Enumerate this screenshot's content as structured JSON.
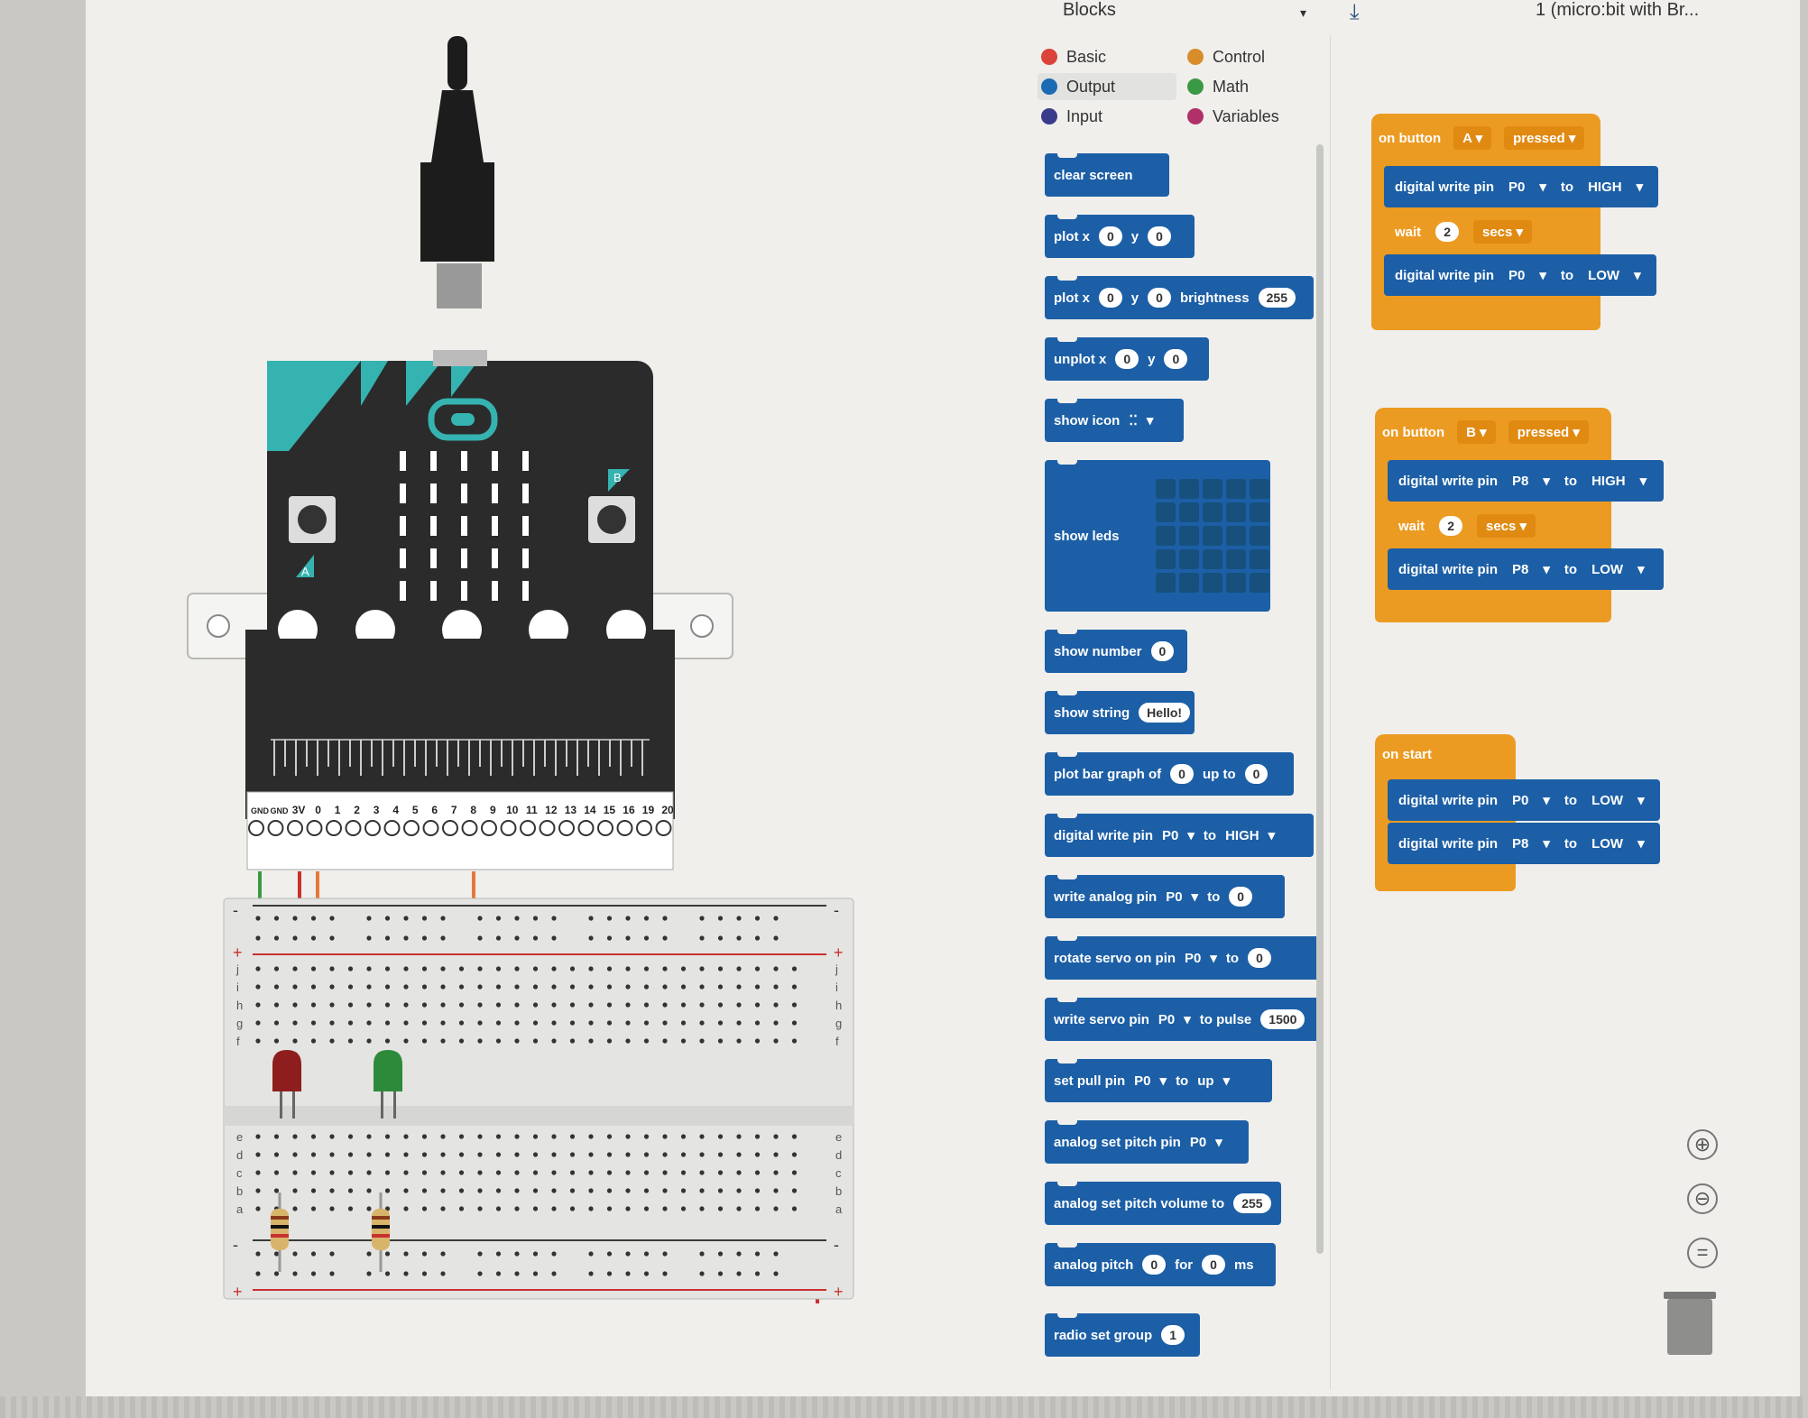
{
  "header": {
    "category_label": "Blocks",
    "caret": "▾",
    "download_icon": "⤓",
    "project_title": "1 (micro:bit with Br..."
  },
  "categories": [
    {
      "label": "Basic",
      "color": "#d9433a"
    },
    {
      "label": "Control",
      "color": "#d98c2a"
    },
    {
      "label": "Output",
      "color": "#1c6bb5"
    },
    {
      "label": "Math",
      "color": "#3a9944"
    },
    {
      "label": "Input",
      "color": "#3b3b8c"
    },
    {
      "label": "Variables",
      "color": "#b0306a"
    }
  ],
  "toolbox": {
    "clear_screen": "clear screen",
    "plot_x": "plot x",
    "y": "y",
    "zero": "0",
    "brightness": "brightness",
    "v255": "255",
    "unplot_x": "unplot x",
    "show_icon": "show icon",
    "icon_glyph": "⁚⁚",
    "show_leds": "show leds",
    "show_number": "show number",
    "show_string": "show string",
    "hello": "Hello!",
    "plot_bar": "plot bar graph of",
    "up_to": "up to",
    "digital_write": "digital write pin",
    "p0": "P0",
    "to": "to",
    "high": "HIGH",
    "write_analog": "write analog pin",
    "rotate_servo": "rotate servo on pin",
    "write_servo": "write servo pin",
    "to_pulse": "to pulse",
    "v1500": "1500",
    "set_pull": "set pull pin",
    "up": "up",
    "analog_set_pitch": "analog set pitch pin",
    "analog_set_volume": "analog set pitch volume to",
    "analog_pitch": "analog pitch",
    "for": "for",
    "ms": "ms",
    "radio_set_group": "radio set group",
    "one": "1"
  },
  "workspace": {
    "on_button": "on button",
    "a": "A",
    "b": "B",
    "pressed": "pressed",
    "digital_write": "digital write pin",
    "p0": "P0",
    "p8": "P8",
    "to": "to",
    "high": "HIGH",
    "low": "LOW",
    "wait": "wait",
    "two": "2",
    "secs": "secs",
    "on_start": "on start"
  },
  "board": {
    "pins": [
      "GND",
      "GND",
      "3V",
      "0",
      "1",
      "2",
      "3",
      "4",
      "5",
      "6",
      "7",
      "8",
      "9",
      "10",
      "11",
      "12",
      "13",
      "14",
      "15",
      "16",
      "19",
      "20"
    ],
    "button_a": "A",
    "button_b": "B",
    "rail_minus": "-",
    "rail_plus": "+",
    "row_letters_top": [
      "j",
      "i",
      "h",
      "g",
      "f"
    ],
    "row_letters_bottom": [
      "e",
      "d",
      "c",
      "b",
      "a"
    ]
  },
  "zoom": {
    "in": "⊕",
    "out": "⊖",
    "reset": "="
  },
  "colors": {
    "output_block": "#1c5fa6",
    "event_block": "#ec9b22",
    "board": "#2b2b2b",
    "accent": "#35b3b0",
    "wire_red": "#c93030",
    "wire_green": "#3a9a44",
    "wire_orange": "#e6793a"
  }
}
